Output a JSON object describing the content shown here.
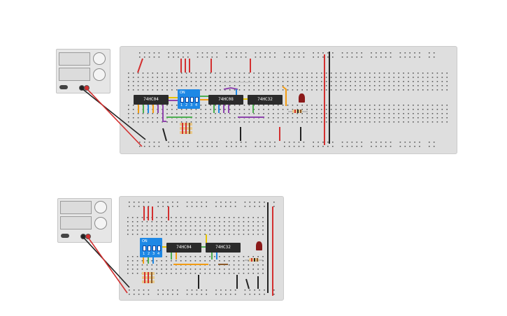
{
  "colors": {
    "red": "#d32f2f",
    "black": "#222222",
    "blue": "#1e88e5",
    "chip": "#2b2b2b",
    "orange": "#f39c12",
    "purple": "#8e44ad",
    "green": "#4caf50",
    "yellow": "#e6c200",
    "led": "#8b1a1a"
  },
  "circuit_top": {
    "chips": [
      "74HC04",
      "74HC08",
      "74HC32"
    ],
    "dip_label": "ON",
    "dip_numbers": [
      "1",
      "2",
      "3",
      "4"
    ]
  },
  "circuit_bottom": {
    "chips": [
      "74HC04",
      "74HC32"
    ],
    "dip_label": "ON",
    "dip_numbers": [
      "1",
      "2",
      "3",
      "4"
    ]
  }
}
